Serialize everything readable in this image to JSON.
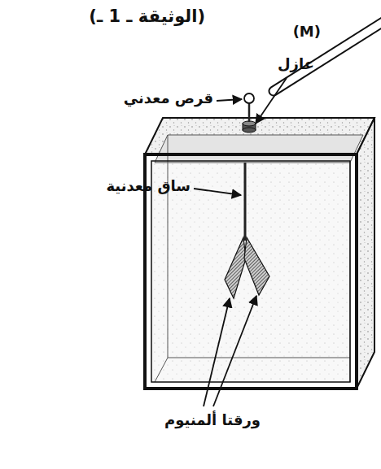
{
  "diagram": {
    "title": "(الوثيقة ـ 1 ـ)",
    "labels": [
      "(M)",
      "عازل",
      "قرص معدني",
      "ساق معدنية",
      "ورقتا ألمنيوم"
    ]
  }
}
